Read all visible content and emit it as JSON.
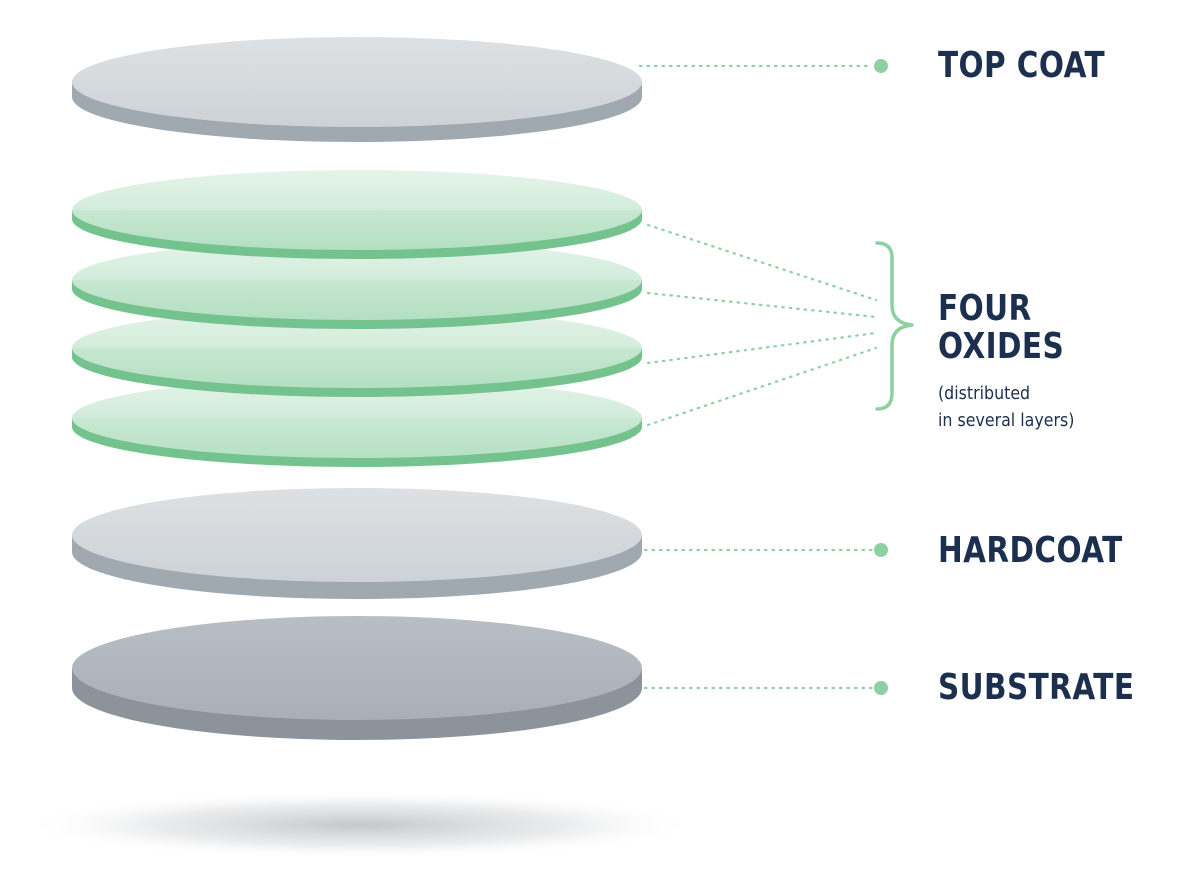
{
  "layers": {
    "top_coat": "TOP COAT",
    "oxides_line1": "FOUR",
    "oxides_line2": "OXIDES",
    "oxides_note_line1": "(distributed",
    "oxides_note_line2": "in several layers)",
    "hardcoat": "HARDCOAT",
    "substrate": "SUBSTRATE"
  },
  "colors": {
    "label_text": "#1c2f4f",
    "gray_disc_top": "#d4d9dd",
    "gray_disc_edge": "#9ba3ab",
    "substrate_top": "#aeb5bc",
    "substrate_edge": "#8a9199",
    "green_disc_top": "#cfe9d8",
    "green_disc_edge": "#74c38e",
    "leader_dot": "#8fd0a3"
  }
}
